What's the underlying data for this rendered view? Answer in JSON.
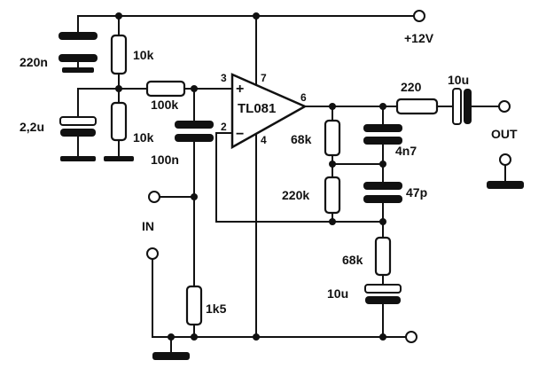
{
  "supply": {
    "label": "+12V"
  },
  "opamp": {
    "part": "TL081",
    "pins": [
      "3",
      "2",
      "7",
      "4",
      "6"
    ],
    "plus_sign": "+",
    "minus_sign": "−"
  },
  "components": {
    "c_220n": "220n",
    "r_10k_top": "10k",
    "r_10k_bottom": "10k",
    "c_2_2u": "2,2u",
    "r_100k": "100k",
    "c_100n": "100n",
    "r_68k_fb": "68k",
    "r_220k_fb": "220k",
    "c_4n7": "4n7",
    "c_47p": "47p",
    "r_220_out": "220",
    "c_10u_out": "10u",
    "r_68k_gnd": "68k",
    "c_10u_gnd": "10u",
    "r_1k5": "1k5"
  },
  "ports": {
    "input": "IN",
    "output": "OUT"
  }
}
